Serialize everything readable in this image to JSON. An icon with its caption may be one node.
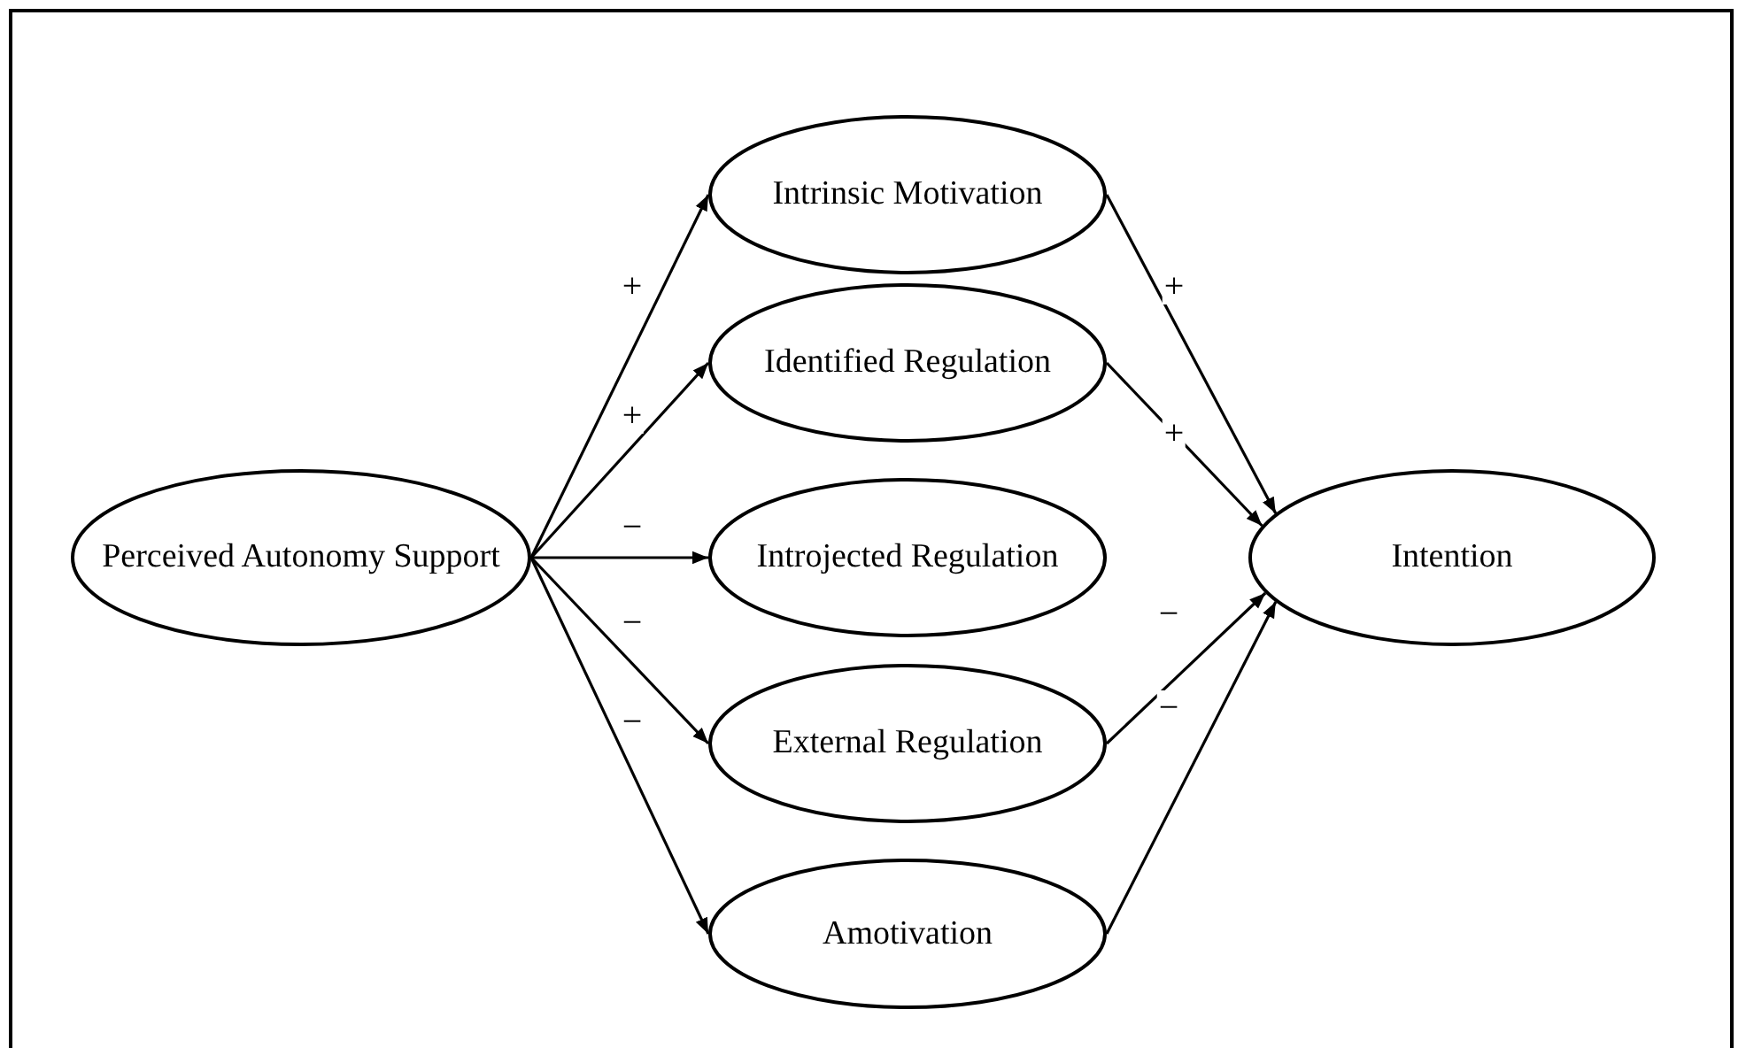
{
  "diagram": {
    "nodes": [
      {
        "text": [
          "Perceived Autonomy Support"
        ]
      },
      {
        "text": [
          "Intrinsic Motivation"
        ]
      },
      {
        "text": [
          "Identified Regulation"
        ]
      },
      {
        "text": [
          "Introjected Regulation"
        ]
      },
      {
        "text": [
          "External Regulation"
        ]
      },
      {
        "text": [
          "Amotivation"
        ]
      },
      {
        "text": [
          "Intention"
        ]
      }
    ],
    "edges": [
      {
        "from": 0,
        "to": 1,
        "arrow": "to",
        "label": "+"
      },
      {
        "from": 0,
        "to": 2,
        "arrow": "to",
        "label": "+"
      },
      {
        "from": 0,
        "to": 3,
        "arrow": "to",
        "label": "−"
      },
      {
        "from": 0,
        "to": 4,
        "arrow": "to",
        "label": "−"
      },
      {
        "from": 0,
        "to": 5,
        "arrow": "to",
        "label": "−"
      },
      {
        "from": 1,
        "to": 6,
        "arrow": "to",
        "label": "+"
      },
      {
        "from": 2,
        "to": 6,
        "arrow": "to",
        "label": "+"
      },
      {
        "from": 4,
        "to": 6,
        "arrow": "to",
        "label": "−"
      },
      {
        "from": 5,
        "to": 6,
        "arrow": "to",
        "label": "−"
      }
    ]
  }
}
